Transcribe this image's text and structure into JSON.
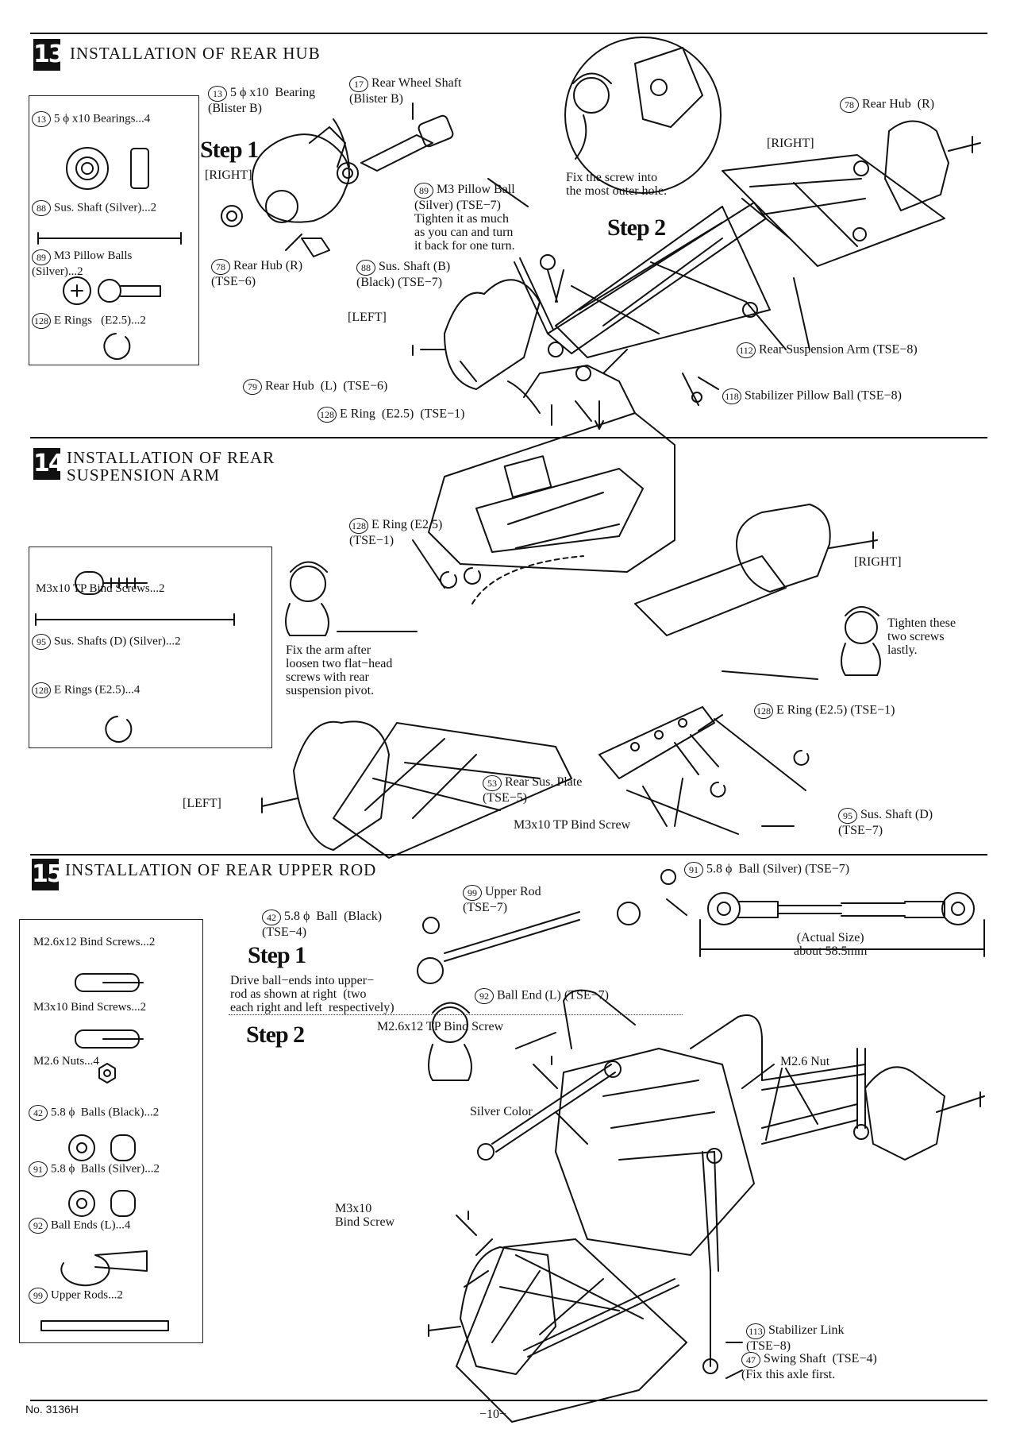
{
  "footer": {
    "model_no": "No. 3136H",
    "page": "−10−"
  },
  "sec13": {
    "num": "13",
    "title": "INSTALLATION OF REAR HUB",
    "parts": [
      {
        "n": "13",
        "label": "5 ϕ x10 Bearings...4"
      },
      {
        "n": "88",
        "label": "Sus. Shaft (Silver)...2"
      },
      {
        "n": "89",
        "label": "M3 Pillow Balls\n(Silver)...2"
      },
      {
        "n": "128",
        "label": "E Rings   (E2.5)...2"
      }
    ],
    "step1": "Step 1",
    "step2": "Step 2",
    "labels": {
      "bearing": "5 ϕ x10  Bearing\n(Blister B)",
      "bearing_n": "13",
      "wheel_shaft": "Rear Wheel Shaft\n(Blister B)",
      "wheel_shaft_n": "17",
      "right": "[RIGHT]",
      "left": "[LEFT]",
      "rear_hub_r": "Rear Hub (R)\n(TSE−6)",
      "rear_hub_r_n": "78",
      "pillow": "M3 Pillow Ball\n(Silver) (TSE−7)\nTighten it as much\nas you can and turn\nit back for one turn.",
      "pillow_n": "89",
      "sus_shaft_b": "Sus. Shaft (B)\n(Black) (TSE−7)",
      "sus_shaft_b_n": "88",
      "fix_screw": "Fix the screw into\nthe most outer hole.",
      "right2": "[RIGHT]",
      "rear_hub_r2": "Rear Hub  (R)",
      "rear_hub_r2_n": "78",
      "susp_arm": "Rear Suspension Arm (TSE−8)",
      "susp_arm_n": "112",
      "stab_ball": "Stabilizer Pillow Ball (TSE−8)",
      "stab_ball_n": "118",
      "rear_hub_l": "Rear Hub  (L)  (TSE−6)",
      "rear_hub_l_n": "79",
      "e_ring": "E Ring  (E2.5)  (TSE−1)",
      "e_ring_n": "128"
    }
  },
  "sec14": {
    "num": "14",
    "title": "INSTALLATION OF REAR\nSUSPENSION ARM",
    "parts": [
      {
        "n": "",
        "label": "M3x10 TP Bind Screws...2"
      },
      {
        "n": "95",
        "label": "Sus. Shafts (D) (Silver)...2"
      },
      {
        "n": "128",
        "label": "E Rings (E2.5)...4"
      }
    ],
    "labels": {
      "e_ring": "E Ring (E2.5)\n(TSE−1)",
      "e_ring_n": "128",
      "right": "[RIGHT]",
      "fix_arm": "Fix the arm after\nloosen two flat−head\nscrews with rear\nsuspension pivot.",
      "tighten": "Tighten these\ntwo screws\nlastly.",
      "e_ring2": "E Ring (E2.5) (TSE−1)",
      "e_ring2_n": "128",
      "left": "[LEFT]",
      "sus_plate": "Rear Sus. Plate\n(TSE−5)",
      "sus_plate_n": "53",
      "tp_screw": "M3x10 TP Bind Screw",
      "sus_shaft_d": "Sus. Shaft (D)\n(TSE−7)",
      "sus_shaft_d_n": "95"
    }
  },
  "sec15": {
    "num": "15",
    "title": "INSTALLATION OF REAR UPPER ROD",
    "parts": [
      {
        "n": "",
        "label": "M2.6x12 Bind Screws...2"
      },
      {
        "n": "",
        "label": "M3x10 Bind Screws...2"
      },
      {
        "n": "",
        "label": "M2.6 Nuts...4"
      },
      {
        "n": "42",
        "label": "5.8 ϕ  Balls (Black)...2"
      },
      {
        "n": "91",
        "label": "5.8 ϕ  Balls (Silver)...2"
      },
      {
        "n": "92",
        "label": "Ball Ends (L)...4"
      },
      {
        "n": "99",
        "label": "Upper Rods...2"
      }
    ],
    "labels": {
      "ball_silver": "5.8 ϕ  Ball (Silver) (TSE−7)",
      "ball_silver_n": "91",
      "upper_rod": "Upper Rod\n(TSE−7)",
      "upper_rod_n": "99",
      "ball_black": "5.8 ϕ  Ball  (Black)\n(TSE−4)",
      "ball_black_n": "42",
      "actual": "(Actual Size)\nabout 58.5mm",
      "step1": "Step 1",
      "drive": "Drive ball−ends into upper−\nrod as shown at right  (two\neach right and left  respectively)",
      "ball_end": "Ball End (L) (TSE−7)",
      "ball_end_n": "92",
      "m26_screw": "M2.6x12 TP Bind Screw",
      "step2": "Step 2",
      "m26_nut": "M2.6 Nut",
      "silver": "Silver Color",
      "m3_screw": "M3x10\nBind Screw",
      "stab_link": "Stabilizer Link\n(TSE−8)",
      "stab_link_n": "113",
      "swing": "Swing Shaft  (TSE−4)\n(Fix this axle first.",
      "swing_n": "47"
    }
  }
}
